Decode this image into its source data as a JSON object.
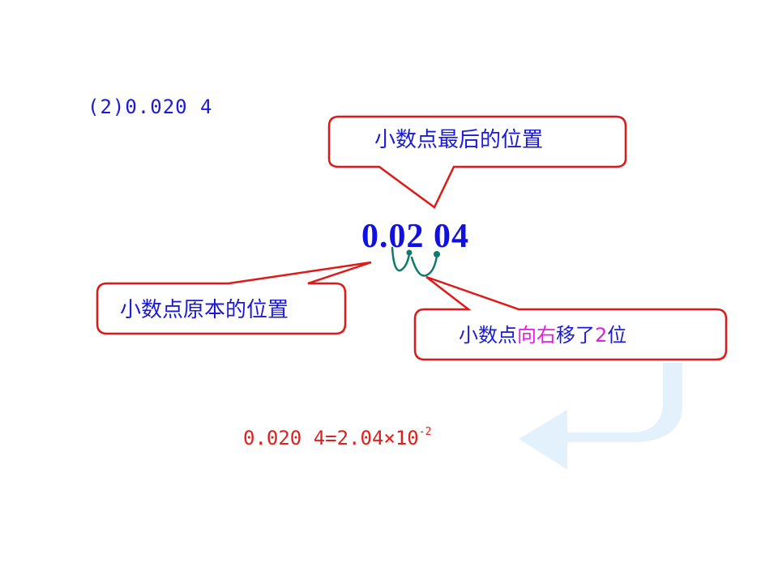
{
  "problem": {
    "label": "(2)0.020 4"
  },
  "number": {
    "display": "0.02 04"
  },
  "callouts": {
    "final_position": "小数点最后的位置",
    "original_position": "小数点原本的位置",
    "moved": {
      "prefix": "小数点",
      "direction": "向右",
      "middle": "移了",
      "count": "2",
      "suffix": "位"
    }
  },
  "result": {
    "lhs": "0.020 4=2.04×10",
    "exponent": "-2"
  },
  "colors": {
    "text_blue": "#1a1ad8",
    "callout_border": "#e01818",
    "highlight_magenta": "#e020e0",
    "result_red": "#e0201c",
    "hop_arrow": "#0d7a6a",
    "return_arrow": "#dff0fb"
  }
}
